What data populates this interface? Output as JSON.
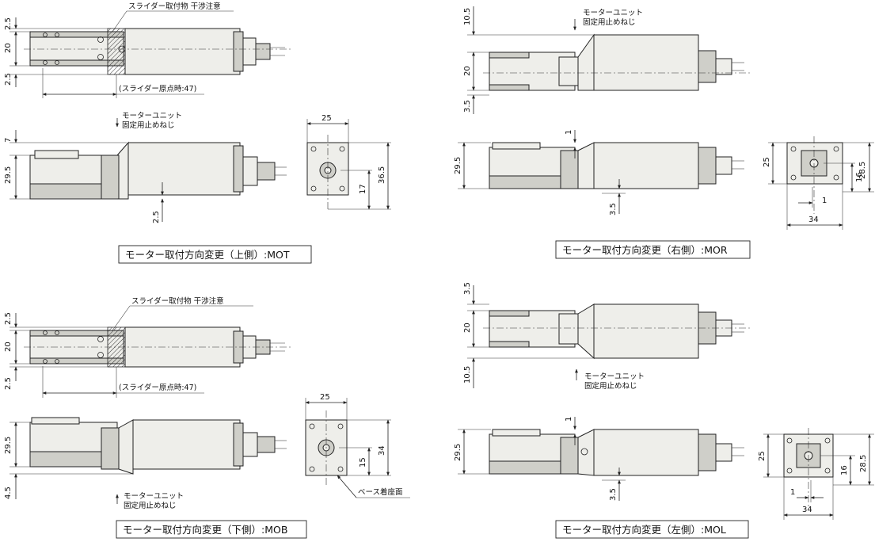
{
  "panels": [
    {
      "id": "mot",
      "caption": "モーター取付方向変更（上側）:MOT",
      "notes": {
        "interference": "スライダー取付物 干渉注意",
        "origin": "(スライダー原点時:47)",
        "motor_line1": "モーターユニット",
        "motor_line2": "固定用止めねじ"
      },
      "dims": {
        "top_a": "2.5",
        "top_b": "20",
        "top_c": "2.5",
        "side_a": "7",
        "side_b": "29.5",
        "side_c": "2.5",
        "end_w": "25",
        "end_h1": "17",
        "end_h2": "36.5"
      }
    },
    {
      "id": "mor",
      "caption": "モーター取付方向変更（右側）:MOR",
      "notes": {
        "motor_line1": "モーターユニット",
        "motor_line2": "固定用止めねじ"
      },
      "dims": {
        "top_a": "10.5",
        "top_b": "20",
        "top_c": "3.5",
        "side_a": "1",
        "side_b": "29.5",
        "side_c": "3.5",
        "end_h": "25",
        "end_w": "34",
        "end_off": "1",
        "end_h1": "16",
        "end_h2": "28.5"
      }
    },
    {
      "id": "mob",
      "caption": "モーター取付方向変更（下側）:MOB",
      "notes": {
        "interference": "スライダー取付物 干渉注意",
        "origin": "(スライダー原点時:47)",
        "motor_line1": "モーターユニット",
        "motor_line2": "固定用止めねじ",
        "base": "ベース着座面"
      },
      "dims": {
        "top_a": "2.5",
        "top_b": "20",
        "top_c": "2.5",
        "side_a": "29.5",
        "side_b": "4.5",
        "end_w": "25",
        "end_h1": "15",
        "end_h2": "34"
      }
    },
    {
      "id": "mol",
      "caption": "モーター取付方向変更（左側）:MOL",
      "notes": {
        "motor_line1": "モーターユニット",
        "motor_line2": "固定用止めねじ"
      },
      "dims": {
        "top_a": "3.5",
        "top_b": "20",
        "top_c": "10.5",
        "side_a": "1",
        "side_b": "29.5",
        "side_c": "3.5",
        "end_h": "25",
        "end_w": "34",
        "end_off": "1",
        "end_h1": "16",
        "end_h2": "28.5"
      }
    }
  ]
}
